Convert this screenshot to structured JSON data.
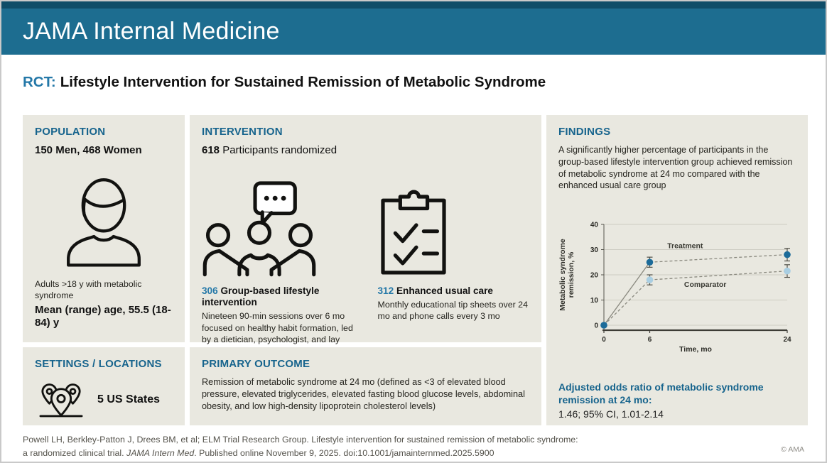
{
  "header": {
    "journal": "JAMA Internal Medicine"
  },
  "title": {
    "tag": "RCT:",
    "text": "Lifestyle Intervention for Sustained Remission of Metabolic Syndrome"
  },
  "population": {
    "heading": "POPULATION",
    "count_line": "150 Men, 468 Women",
    "desc": "Adults >18 y with metabolic syndrome",
    "age_line": "Mean (range) age, 55.5 (18-84) y",
    "icon": "person-icon"
  },
  "intervention": {
    "heading": "INTERVENTION",
    "randomized_count": "618",
    "randomized_label": "Participants randomized",
    "arms": [
      {
        "n": "306",
        "title": "Group-based lifestyle intervention",
        "desc": "Nineteen 90-min sessions over 6 mo focused on healthy habit formation, led by a dietician, psychologist, and lay health coach",
        "icon": "group-discussion-icon"
      },
      {
        "n": "312",
        "title": "Enhanced usual care",
        "desc": "Monthly educational tip sheets over 24 mo and phone calls every 3 mo",
        "icon": "clipboard-checklist-icon"
      }
    ]
  },
  "settings": {
    "heading": "SETTINGS / LOCATIONS",
    "value": "5 US States",
    "icon": "map-pins-icon"
  },
  "primary_outcome": {
    "heading": "PRIMARY OUTCOME",
    "text": "Remission of metabolic syndrome at 24 mo (defined as <3 of elevated blood pressure, elevated triglycerides, elevated fasting blood glucose levels, abdominal obesity, and low high-density lipoprotein cholesterol levels)"
  },
  "findings": {
    "heading": "FINDINGS",
    "summary": "A significantly higher percentage of participants in the group-based lifestyle intervention group achieved remission of metabolic syndrome at 24 mo compared with the enhanced usual care group",
    "odds_label": "Adjusted odds ratio of metabolic syndrome remission at 24 mo:",
    "odds_value": "1.46; 95% CI, 1.01-2.14"
  },
  "chart_data": {
    "type": "line",
    "x": [
      0,
      6,
      24
    ],
    "xticks": [
      0,
      6,
      24
    ],
    "yticks": [
      0,
      10,
      20,
      30,
      40
    ],
    "ylim": [
      0,
      40
    ],
    "xlabel": "Time, mo",
    "ylabel": "Metabolic syndrome\nremission, %",
    "grid": true,
    "legend_position": "inline-labels",
    "line_color": "#8a897f",
    "error_color": "#504f47",
    "series": [
      {
        "name": "Treatment",
        "values": [
          0,
          25,
          28
        ],
        "errors": [
          0,
          2,
          2.5
        ],
        "color": "#1c6b99",
        "label_at": [
          8.3,
          30.5
        ],
        "first_segment_solid": true
      },
      {
        "name": "Comparator",
        "values": [
          0,
          18,
          21.5
        ],
        "errors": [
          0,
          2,
          2.5
        ],
        "color": "#a9cee2",
        "label_at": [
          10.5,
          15.2
        ],
        "first_segment_solid": false
      }
    ]
  },
  "footer": {
    "citation_line1": "Powell LH, Berkley-Patton J, Drees BM, et al; ELM Trial Research Group. Lifestyle intervention for sustained remission of metabolic syndrome:",
    "citation_line2_pre": "a randomized clinical trial. ",
    "citation_journal": "JAMA Intern Med",
    "citation_line2_post": ". Published online November 9, 2025. doi:10.1001/jamainternmed.2025.5900",
    "copyright": "© AMA"
  },
  "colors": {
    "masthead_teal": "#1d6d90",
    "top_strip": "#0f4d68",
    "heading_blue": "#17648d",
    "accent_blue": "#2478a8",
    "panel_bg": "#e9e8e0",
    "treatment_point": "#1c6b99",
    "comparator_point": "#a9cee2"
  }
}
